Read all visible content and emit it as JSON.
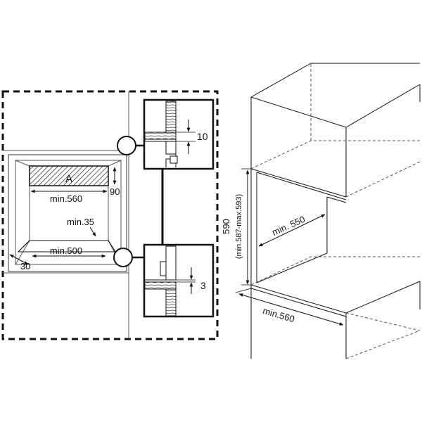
{
  "left_diagram": {
    "niche_label": "A",
    "width_label": "min.560",
    "height_label": "90",
    "depth_gap_label": "min.35",
    "base_width_label": "min.500",
    "front_offset_label": "30"
  },
  "detail_top": {
    "gap_label": "10"
  },
  "detail_bottom": {
    "gap_label": "3"
  },
  "right_diagram": {
    "depth_label": "min. 550",
    "height_label": "590",
    "height_range_label": "(min.587-max.593)",
    "width_label": "min.560"
  }
}
